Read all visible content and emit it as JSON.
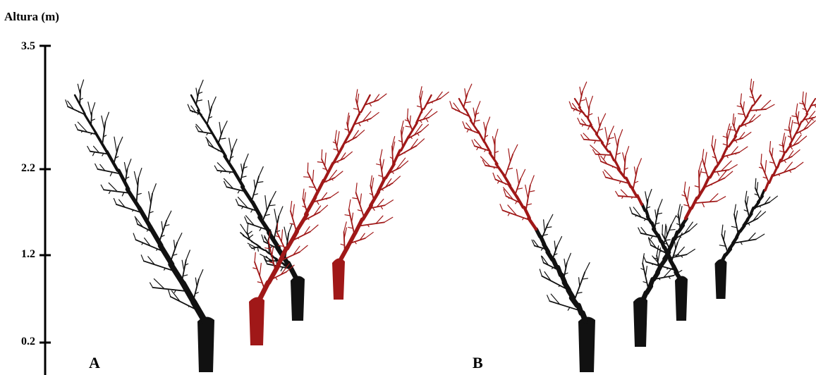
{
  "axis": {
    "title": "Altura (m)",
    "ticks": [
      "3.5",
      "2.2",
      "1.2",
      "0.2"
    ]
  },
  "panels": [
    {
      "label": "A"
    },
    {
      "label": "B"
    }
  ],
  "colors": {
    "trunk": "#111111",
    "highlight": "#a01818",
    "axis": "#000000"
  }
}
